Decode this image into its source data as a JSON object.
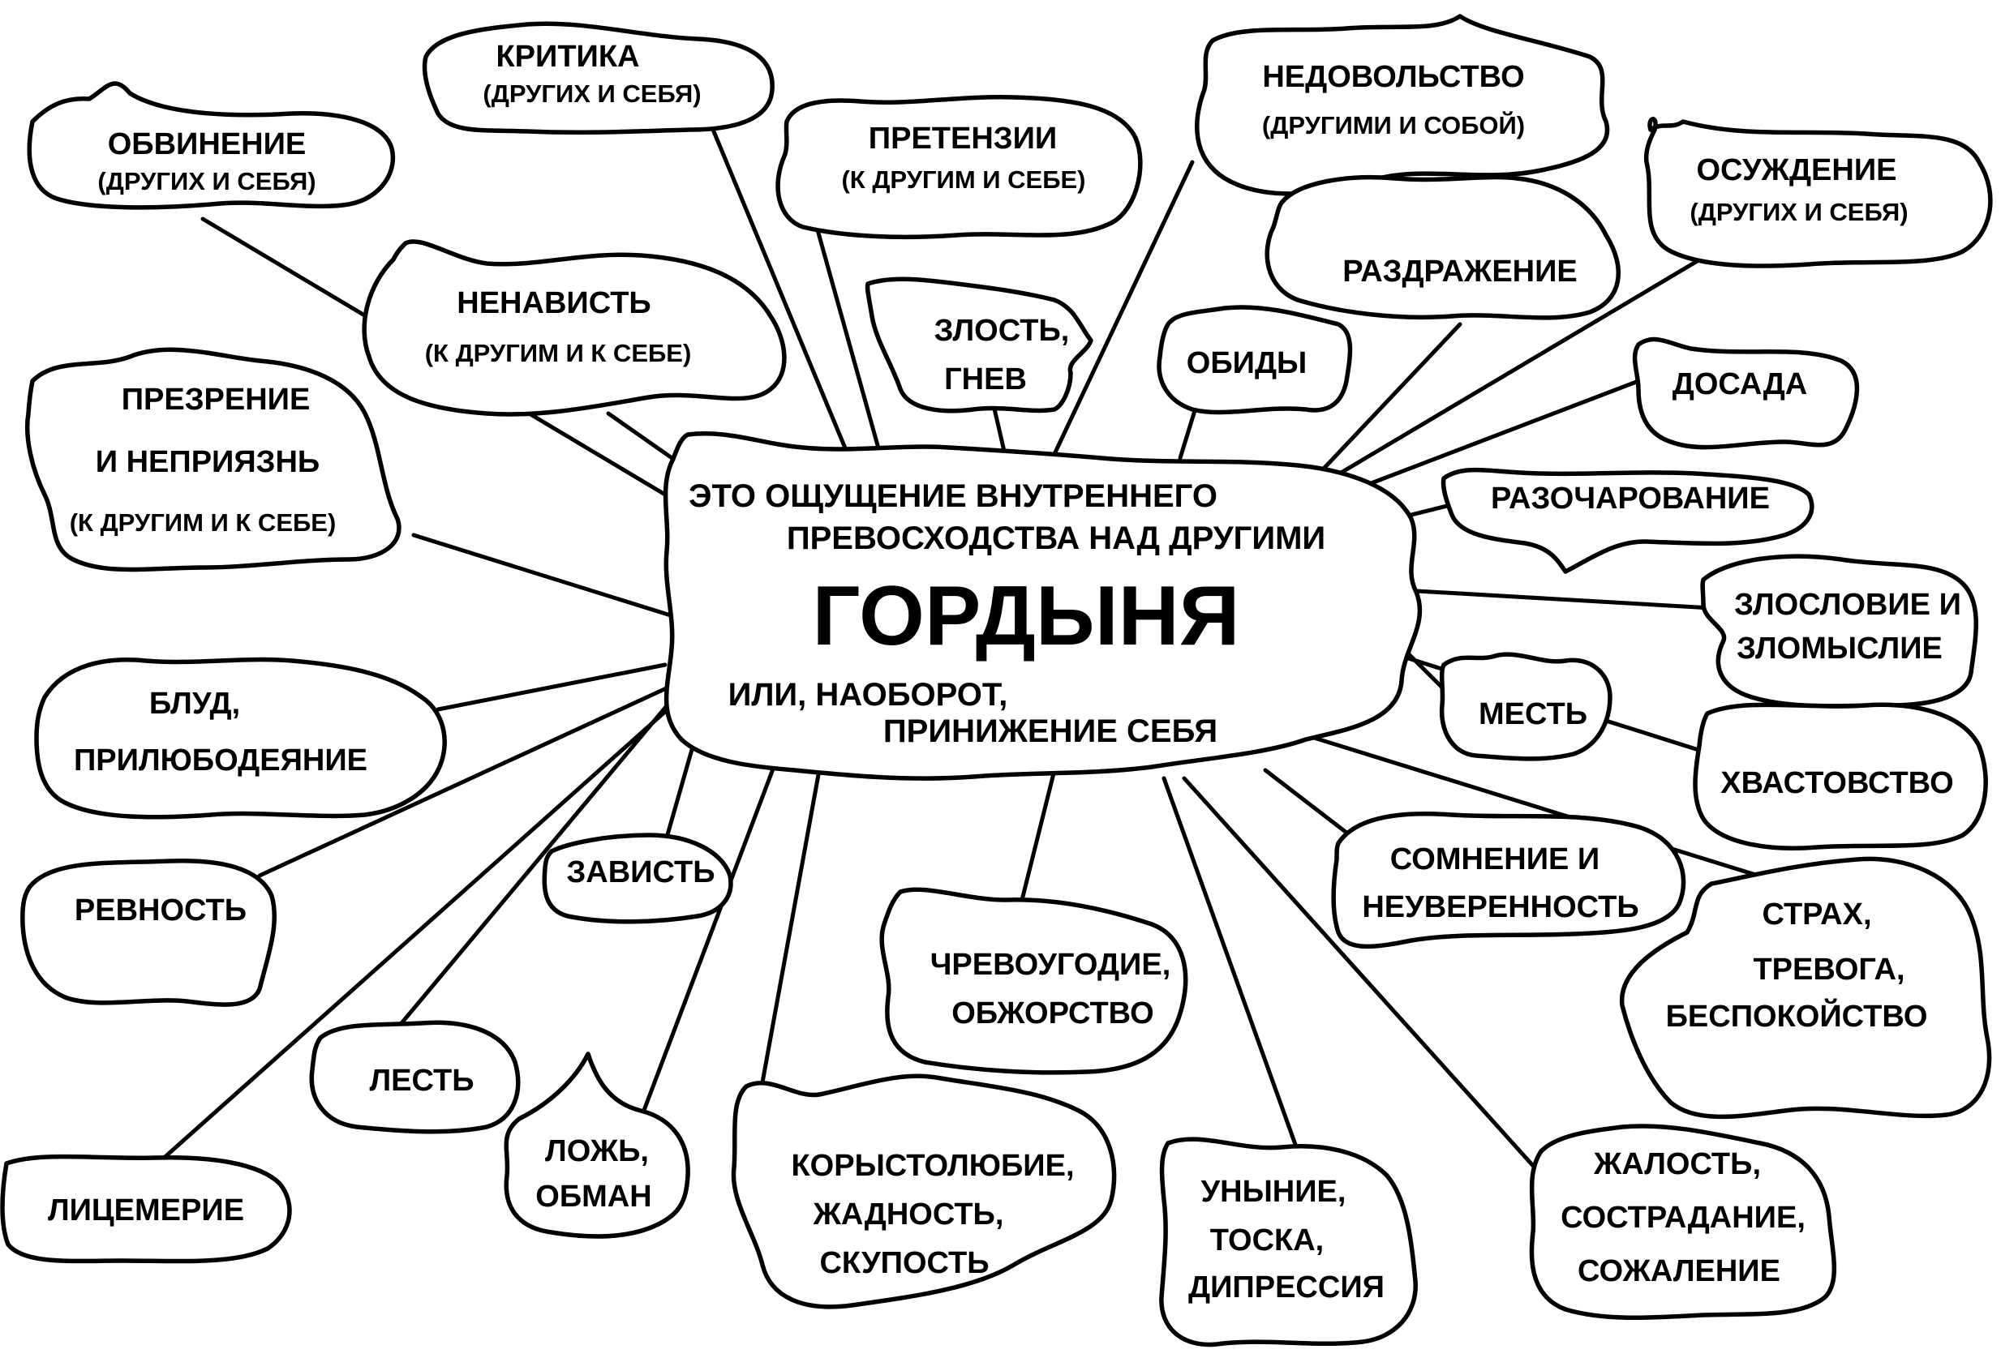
{
  "diagram": {
    "center": {
      "definition_line1": "ЭТО  ОЩУЩЕНИЕ  ВНУТРЕННЕГО",
      "definition_line2": "ПРЕВОСХОДСТВА НАД ДРУГИМИ",
      "title": "ГОРДЫНЯ",
      "alt_line1": "ИЛИ, НАОБОРОТ,",
      "alt_line2": "ПРИНИЖЕНИЕ СЕБЯ"
    },
    "nodes": [
      {
        "id": "obvinenie",
        "line1": "ОБВИНЕНИЕ",
        "line2": "(ДРУГИХ И СЕБЯ)"
      },
      {
        "id": "kritika",
        "line1": "КРИТИКА",
        "line2": "(ДРУГИХ И СЕБЯ)"
      },
      {
        "id": "pretenzii",
        "line1": "ПРЕТЕНЗИИ",
        "line2": "(К ДРУГИМ И СЕБЕ)"
      },
      {
        "id": "nedovolstvo",
        "line1": "НЕДОВОЛЬСТВО",
        "line2": "(ДРУГИМИ И СОБОЙ)"
      },
      {
        "id": "osuzhdenie",
        "line1": "ОСУЖДЕНИЕ",
        "line2": "(ДРУГИХ И СЕБЯ)"
      },
      {
        "id": "nenavist",
        "line1": "НЕНАВИСТЬ",
        "line2": "(К ДРУГИМ И К СЕБЕ)"
      },
      {
        "id": "zlost",
        "line1": "ЗЛОСТЬ,",
        "line2": "ГНЕВ"
      },
      {
        "id": "razdrazhenie",
        "line1": "РАЗДРАЖЕНИЕ"
      },
      {
        "id": "obidy",
        "line1": "ОБИДЫ"
      },
      {
        "id": "dosada",
        "line1": "ДОСАДА"
      },
      {
        "id": "prezrenie",
        "line1": "ПРЕЗРЕНИЕ",
        "line2": "И НЕПРИЯЗНЬ",
        "line3": "(К ДРУГИМ И К СЕБЕ)"
      },
      {
        "id": "razocharovanie",
        "line1": "РАЗОЧАРОВАНИЕ"
      },
      {
        "id": "zloslovie",
        "line1": "ЗЛОСЛОВИЕ И",
        "line2": "ЗЛОМЫСЛИЕ"
      },
      {
        "id": "blud",
        "line1": "БЛУД,",
        "line2": "ПРИЛЮБОДЕЯНИЕ"
      },
      {
        "id": "mest",
        "line1": "МЕСТЬ"
      },
      {
        "id": "hvastovstvo",
        "line1": "ХВАСТОВСТВО"
      },
      {
        "id": "revnost",
        "line1": "РЕВНОСТЬ"
      },
      {
        "id": "zavist",
        "line1": "ЗАВИСТЬ"
      },
      {
        "id": "somnenie",
        "line1": "СОМНЕНИЕ И",
        "line2": "НЕУВЕРЕННОСТЬ"
      },
      {
        "id": "strah",
        "line1": "СТРАХ,",
        "line2": "ТРЕВОГА,",
        "line3": "БЕСПОКОЙСТВО"
      },
      {
        "id": "chrevougodie",
        "line1": "ЧРЕВОУГОДИЕ,",
        "line2": "ОБЖОРСТВО"
      },
      {
        "id": "lest",
        "line1": "ЛЕСТЬ"
      },
      {
        "id": "lozh",
        "line1": "ЛОЖЬ,",
        "line2": "ОБМАН"
      },
      {
        "id": "licemerie",
        "line1": "ЛИЦЕМЕРИЕ"
      },
      {
        "id": "korystolyubie",
        "line1": "КОРЫСТОЛЮБИЕ,",
        "line2": "ЖАДНОСТЬ,",
        "line3": "СКУПОСТЬ"
      },
      {
        "id": "unynie",
        "line1": "УНЫНИЕ,",
        "line2": "ТОСКА,",
        "line3": "ДИПРЕССИЯ"
      },
      {
        "id": "zhalost",
        "line1": "ЖАЛОСТЬ,",
        "line2": "СОСТРАДАНИЕ,",
        "line3": "СОЖАЛЕНИЕ"
      }
    ]
  }
}
